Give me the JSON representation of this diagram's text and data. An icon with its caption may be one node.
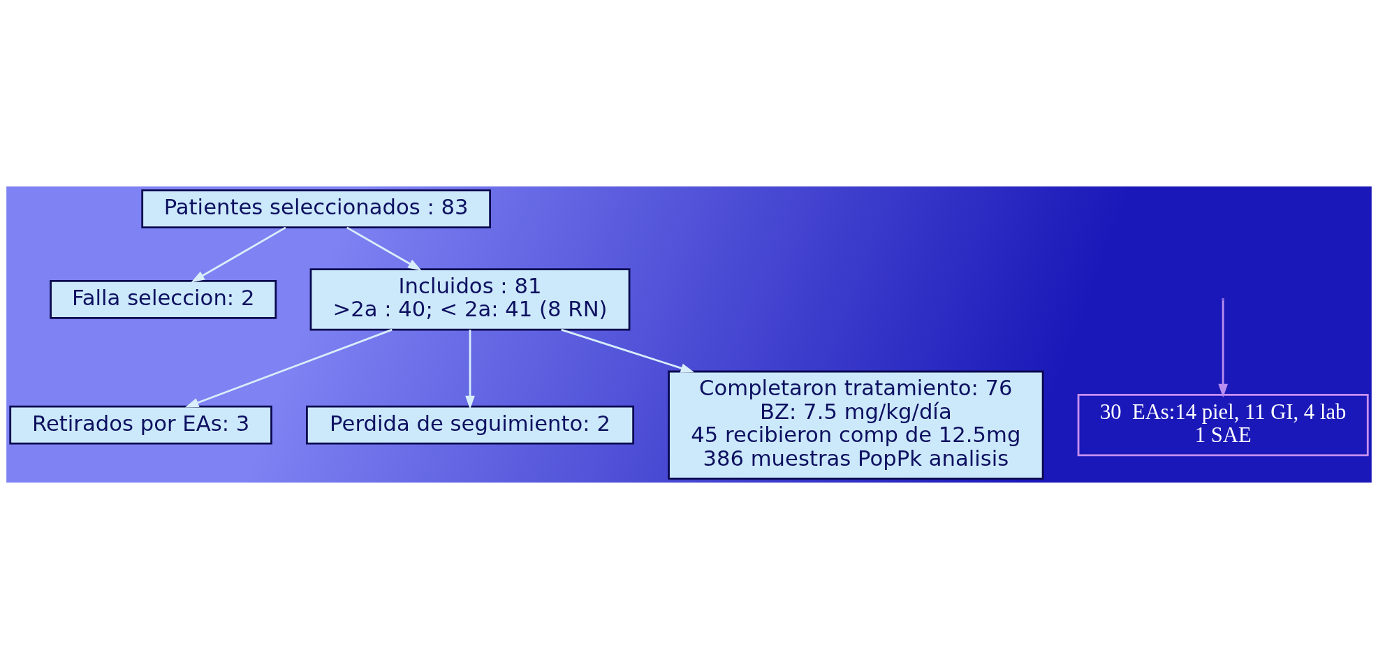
{
  "diagram": {
    "nodes": [
      {
        "text": [
          "Patientes seleccionados : 83"
        ]
      },
      {
        "text": [
          "Falla seleccion: 2"
        ]
      },
      {
        "text": [
          "Incluidos : 81",
          ">2a : 40; < 2a: 41 (8 RN)"
        ]
      },
      {
        "text": [
          "30  EAs:14 piel, 11 GI, 4 lab",
          "1 SAE"
        ]
      },
      {
        "text": [
          "Retirados por EAs: 3"
        ]
      },
      {
        "text": [
          "Perdida de seguimiento: 2"
        ]
      },
      {
        "text": [
          "Completaron tratamiento: 76",
          "BZ: 7.5 mg/kg/día",
          "45 recibieron comp de 12.5mg",
          "386 muestras PopPk analisis"
        ]
      }
    ],
    "edges": [
      {
        "from": 0,
        "to": 1,
        "arrow": "to"
      },
      {
        "from": 0,
        "to": 2,
        "arrow": "to"
      },
      {
        "from": 2,
        "to": 4,
        "arrow": "to"
      },
      {
        "from": null,
        "to": 3,
        "arrow": "to",
        "color": "#b88ef0"
      },
      {
        "from": 2,
        "to": 5,
        "arrow": "to"
      },
      {
        "from": 2,
        "to": 6,
        "arrow": "to"
      }
    ]
  }
}
